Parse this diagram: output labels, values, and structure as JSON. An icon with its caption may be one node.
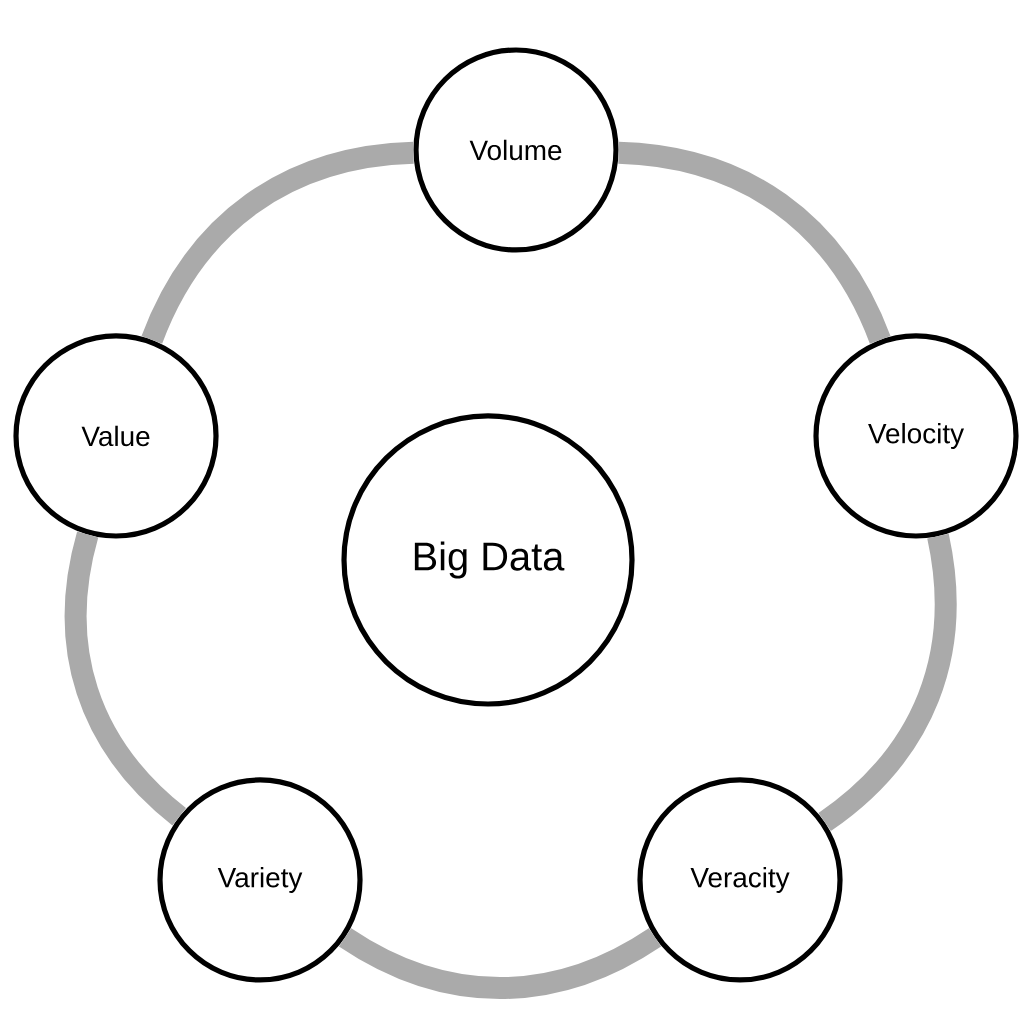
{
  "diagram": {
    "nodes": [
      {
        "text": [
          "Big Data"
        ]
      },
      {
        "text": [
          "Volume"
        ]
      },
      {
        "text": [
          "Velocity"
        ]
      },
      {
        "text": [
          "Veracity"
        ]
      },
      {
        "text": [
          "Variety"
        ]
      },
      {
        "text": [
          "Value"
        ]
      }
    ],
    "edges": [
      {
        "from": 1,
        "to": 2,
        "arrow": "none"
      },
      {
        "from": 2,
        "to": 3,
        "arrow": "none"
      },
      {
        "from": 3,
        "to": 4,
        "arrow": "none"
      },
      {
        "from": 4,
        "to": 5,
        "arrow": "none"
      },
      {
        "from": 5,
        "to": 1,
        "arrow": "none"
      }
    ]
  }
}
